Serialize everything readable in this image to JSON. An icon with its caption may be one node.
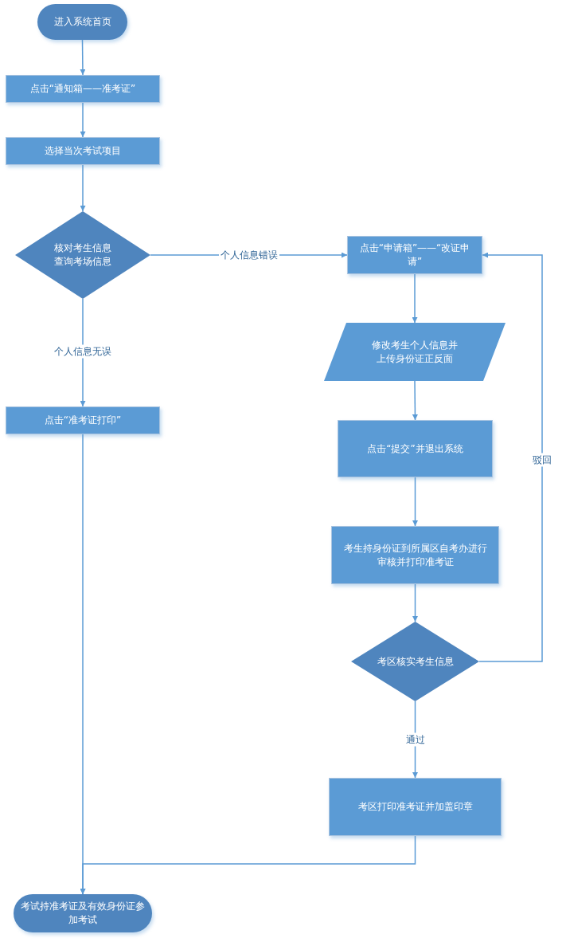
{
  "diagram": {
    "nodes": [
      {
        "text": [
          "进入系统首页"
        ]
      },
      {
        "text": [
          "点击“通知箱——准考证”"
        ]
      },
      {
        "text": [
          "选择当次考试项目"
        ]
      },
      {
        "text": [
          "核对考生信息查询考场信息"
        ]
      },
      {
        "text": [
          "点击“申请箱”——“改证申请”"
        ]
      },
      {
        "text": [
          "修改考生个人信息并上传身份证正反面"
        ]
      },
      {
        "text": [
          "点击“提交”并退出系统"
        ]
      },
      {
        "text": [
          "考生持身份证到所属区自考办进行审核并打印准考证"
        ]
      },
      {
        "text": [
          "考区核实考生信息"
        ]
      },
      {
        "text": [
          "考区打印准考证并加盖印章"
        ]
      },
      {
        "text": [
          "点击“准考证打印”"
        ]
      },
      {
        "text": [
          "考试持准考证及有效身份证参加考试"
        ]
      }
    ],
    "edges": [
      {
        "from": 0,
        "to": 1,
        "arrow": "to"
      },
      {
        "from": 1,
        "to": 2,
        "arrow": "to"
      },
      {
        "from": 2,
        "to": 3,
        "arrow": "to"
      },
      {
        "from": 3,
        "to": 4,
        "arrow": "to",
        "label": "个人信息错误"
      },
      {
        "from": 3,
        "to": 10,
        "arrow": "to",
        "label": "个人信息无误"
      },
      {
        "from": 4,
        "to": 5,
        "arrow": "to"
      },
      {
        "from": 5,
        "to": 6,
        "arrow": "to"
      },
      {
        "from": 6,
        "to": 7,
        "arrow": "to"
      },
      {
        "from": 7,
        "to": 8,
        "arrow": "to"
      },
      {
        "from": 8,
        "to": 4,
        "arrow": "to",
        "label": "驳回"
      },
      {
        "from": 8,
        "to": 9,
        "arrow": "to",
        "label": "通过"
      },
      {
        "from": 9,
        "to": 11,
        "arrow": "to"
      },
      {
        "from": 10,
        "to": 11,
        "arrow": "to"
      }
    ]
  }
}
